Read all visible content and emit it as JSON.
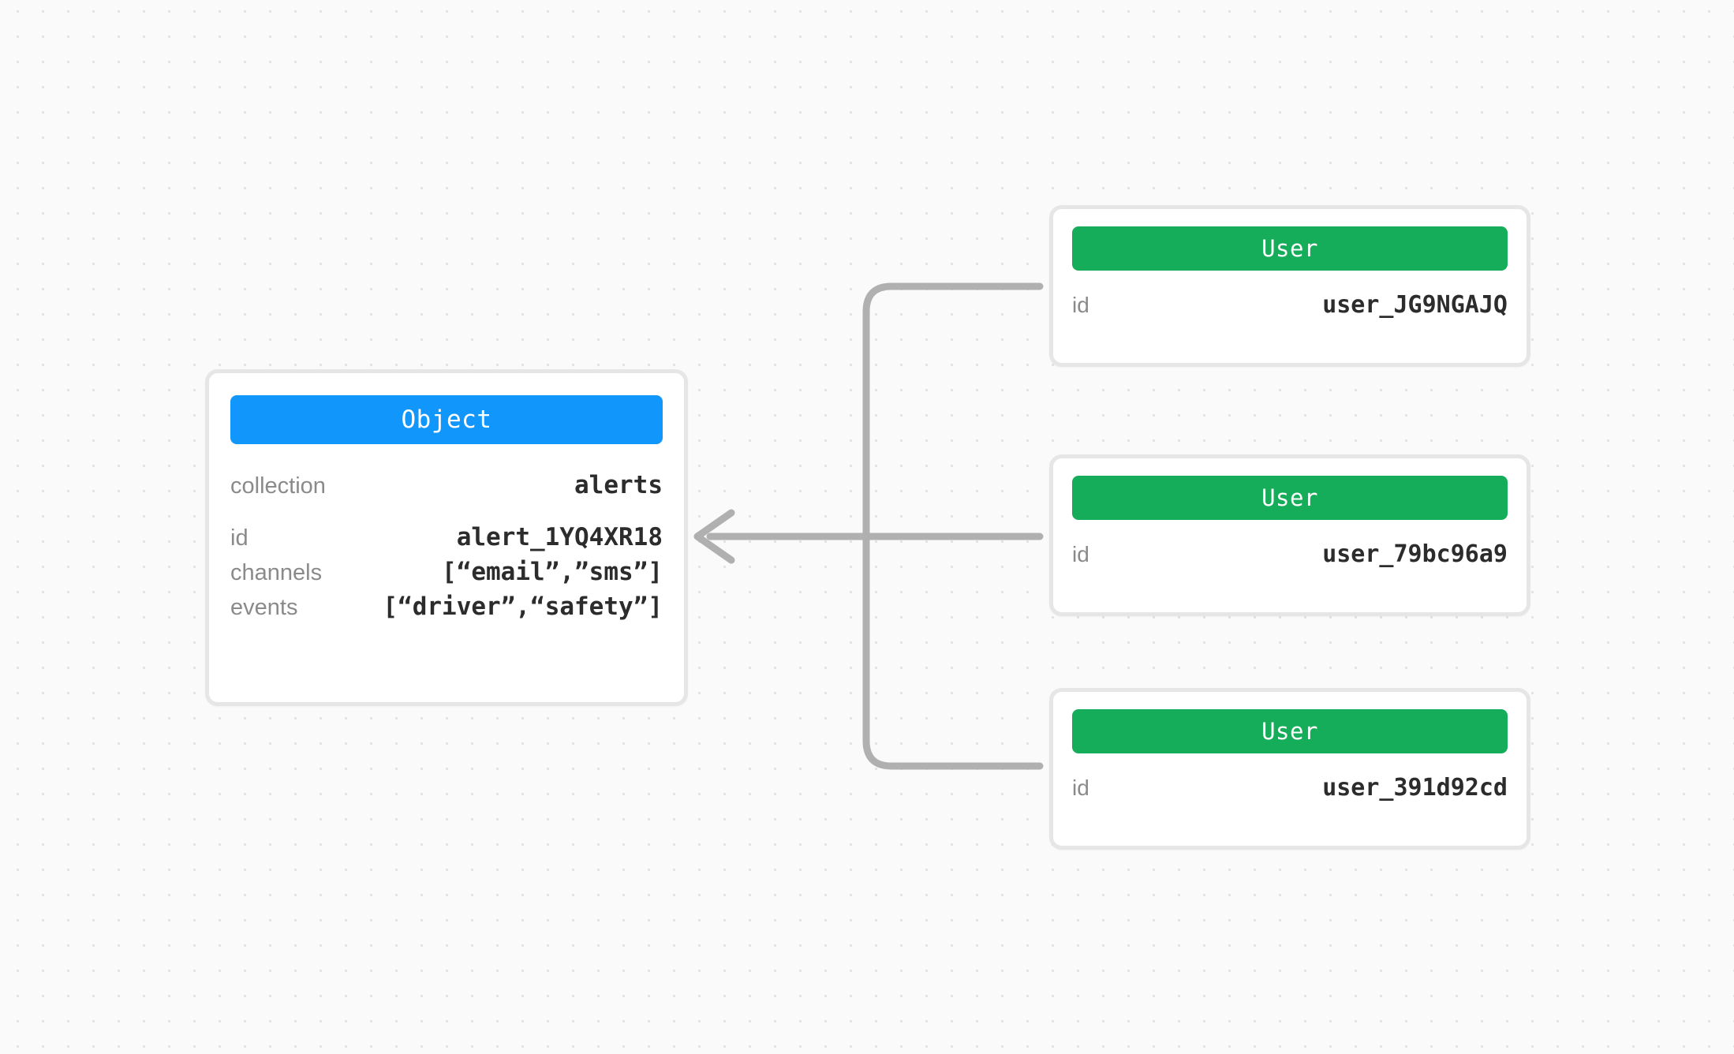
{
  "canvas": {
    "background_color": "#fafafa",
    "dot_color": "#e2e2e2",
    "edge_color": "#b0b0b0"
  },
  "nodes": {
    "object": {
      "type_label": "Object",
      "header_color": "#1196fc",
      "rows": [
        {
          "key": "collection",
          "value": "alerts"
        },
        {
          "key": "id",
          "value": "alert_1YQ4XR18"
        },
        {
          "key": "channels",
          "value": "[“email”,”sms”]"
        },
        {
          "key": "events",
          "value": "[“driver”,“safety”]"
        }
      ]
    },
    "users": [
      {
        "type_label": "User",
        "header_color": "#16ad5a",
        "rows": [
          {
            "key": "id",
            "value": "user_JG9NGAJQ"
          }
        ]
      },
      {
        "type_label": "User",
        "header_color": "#16ad5a",
        "rows": [
          {
            "key": "id",
            "value": "user_79bc96a9"
          }
        ]
      },
      {
        "type_label": "User",
        "header_color": "#16ad5a",
        "rows": [
          {
            "key": "id",
            "value": "user_391d92cd"
          }
        ]
      }
    ]
  }
}
